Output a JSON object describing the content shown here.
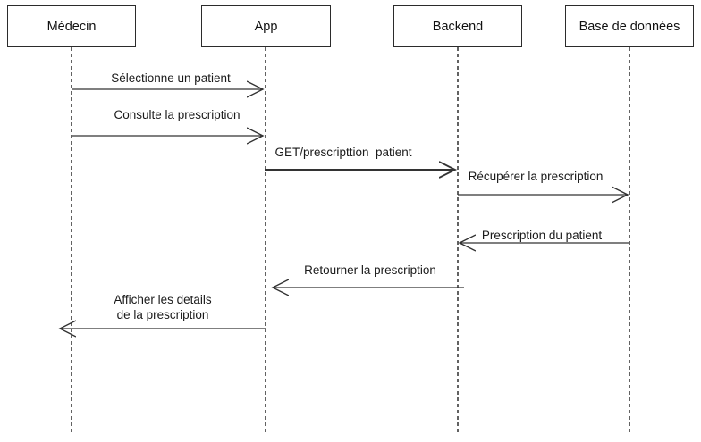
{
  "diagram": {
    "type": "sequence-diagram",
    "actors": [
      {
        "id": "medecin",
        "label": "Médecin"
      },
      {
        "id": "app",
        "label": "App"
      },
      {
        "id": "backend",
        "label": "Backend"
      },
      {
        "id": "database",
        "label": "Base de données"
      }
    ],
    "messages": [
      {
        "from": "Médecin",
        "to": "App",
        "direction": "right",
        "label": "Sélectionne un patient"
      },
      {
        "from": "Médecin",
        "to": "App",
        "direction": "right",
        "label": "Consulte la prescription"
      },
      {
        "from": "App",
        "to": "Backend",
        "direction": "right",
        "label": "GET/prescripttion  patient"
      },
      {
        "from": "Backend",
        "to": "Base de données",
        "direction": "right",
        "label": "Récupérer la prescription"
      },
      {
        "from": "Base de données",
        "to": "Backend",
        "direction": "left",
        "label": "Prescription du patient"
      },
      {
        "from": "Backend",
        "to": "App",
        "direction": "left",
        "label": "Retourner la prescription"
      },
      {
        "from": "App",
        "to": "Médecin",
        "direction": "left",
        "label": "Afficher les details\nde la prescription"
      }
    ],
    "colors": {
      "background": "#ffffff",
      "line": "#333333",
      "box_border": "#2b2b2b",
      "text": "#1a1a1a"
    }
  }
}
